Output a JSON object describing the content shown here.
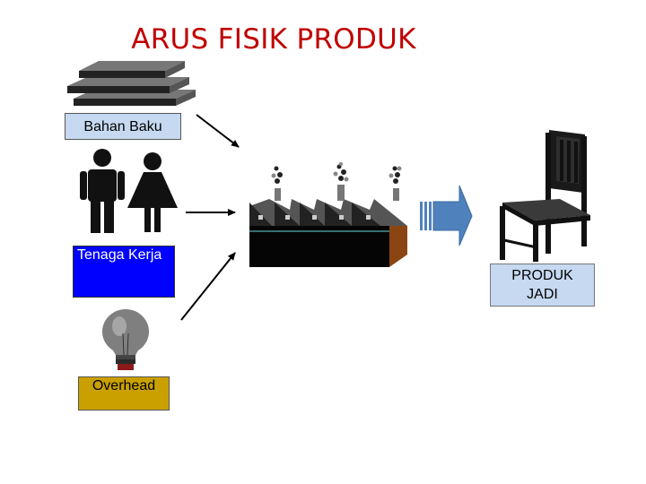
{
  "title": "ARUS FISIK PRODUK",
  "inputs": {
    "bahan_baku": "Bahan Baku",
    "tenaga_kerja": "Tenaga Kerja",
    "overhead": "Overhead"
  },
  "output": {
    "line1": "PRODUK",
    "line2": "JADI"
  },
  "icons": [
    "stacked-plates-icon",
    "man-woman-icon",
    "lightbulb-icon",
    "factory-icon",
    "block-arrow-icon",
    "chair-icon"
  ],
  "colors": {
    "title": "#c00000",
    "bahan_baku_box": "#c6d9f1",
    "tenaga_kerja_box": "#0000ff",
    "overhead_box": "#c9a000",
    "produk_box": "#c6d9f1",
    "arrow_fill": "#4f81bd"
  }
}
